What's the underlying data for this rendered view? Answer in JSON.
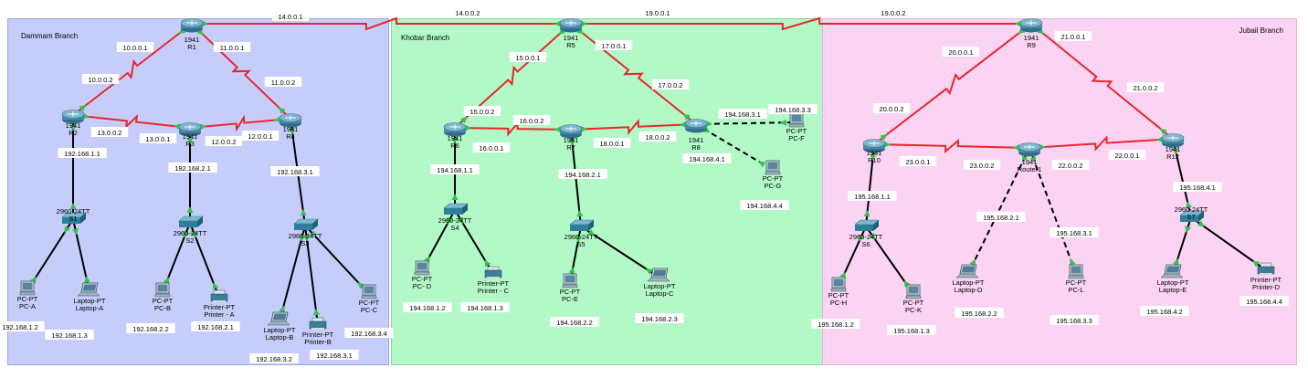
{
  "regions": [
    {
      "id": "dammam",
      "label": "Dammam Branch",
      "color": "#c7cdfb"
    },
    {
      "id": "khobar",
      "label": "Khobar Branch",
      "color": "#b3f9c7"
    },
    {
      "id": "jubail",
      "label": "Jubail Branch",
      "color": "#fbd3f3"
    }
  ],
  "routers": [
    {
      "id": "R1",
      "model": "1941",
      "name": "R1"
    },
    {
      "id": "R2",
      "model": "1941",
      "name": "R2"
    },
    {
      "id": "R3",
      "model": "1941",
      "name": "R3"
    },
    {
      "id": "R4",
      "model": "1941",
      "name": "R4"
    },
    {
      "id": "R5",
      "model": "1941",
      "name": "R5"
    },
    {
      "id": "R6",
      "model": "1941",
      "name": "R6"
    },
    {
      "id": "R7",
      "model": "1941",
      "name": "R7"
    },
    {
      "id": "R8",
      "model": "1941",
      "name": "R8"
    },
    {
      "id": "R9",
      "model": "1941",
      "name": "R9"
    },
    {
      "id": "R10",
      "model": "1941",
      "name": "R10"
    },
    {
      "id": "Router1",
      "model": "1941",
      "name": "Router1"
    },
    {
      "id": "R12",
      "model": "1941",
      "name": "R12"
    }
  ],
  "switches": [
    {
      "id": "S1",
      "model": "2960-24TT",
      "name": "S1"
    },
    {
      "id": "S2",
      "model": "2960-24TT",
      "name": "S2"
    },
    {
      "id": "S3",
      "model": "2960-24TT",
      "name": "S3"
    },
    {
      "id": "S4",
      "model": "2960-24TT",
      "name": "S4"
    },
    {
      "id": "S5",
      "model": "2960-24TT",
      "name": "S5"
    },
    {
      "id": "S6",
      "model": "2960-24TT",
      "name": "S6"
    },
    {
      "id": "S7",
      "model": "2960-24TT",
      "name": "S7"
    }
  ],
  "endpoints": [
    {
      "id": "PC-A",
      "type": "pc",
      "model": "PC-PT",
      "name": "PC-A",
      "ip": "192.168.1.2"
    },
    {
      "id": "Laptop-A",
      "type": "laptop",
      "model": "Laptop-PT",
      "name": "Laptop-A",
      "ip": "192.168.1.3"
    },
    {
      "id": "PC-B",
      "type": "pc",
      "model": "PC-PT",
      "name": "PC-B",
      "ip": "192.168.2.2"
    },
    {
      "id": "Printer-A",
      "type": "printer",
      "model": "Printer-PT",
      "name": "Printer - A",
      "ip": "192.168.2.1"
    },
    {
      "id": "Laptop-B",
      "type": "laptop",
      "model": "Laptop-PT",
      "name": "Laptop-B",
      "ip": "192.168.3.2"
    },
    {
      "id": "Printer-B",
      "type": "printer",
      "model": "Printer-PT",
      "name": "Printer-B",
      "ip": "192.168.3.1"
    },
    {
      "id": "PC-C",
      "type": "pc",
      "model": "PC-PT",
      "name": "PC-C",
      "ip": "192.168.3.4"
    },
    {
      "id": "PC-D",
      "type": "pc",
      "model": "PC-PT",
      "name": "PC- D",
      "ip": "194.168.1.2"
    },
    {
      "id": "Printer-C",
      "type": "printer",
      "model": "Printer-PT",
      "name": "Printer - C",
      "ip": "194.168.1.3"
    },
    {
      "id": "PC-E",
      "type": "pc",
      "model": "PC-PT",
      "name": "PC-E",
      "ip": "194.168.2.2"
    },
    {
      "id": "Laptop-C",
      "type": "laptop",
      "model": "Laptop-PT",
      "name": "Laptop-C",
      "ip": "194.168.2.3"
    },
    {
      "id": "PC-F",
      "type": "pc",
      "model": "PC-PT",
      "name": "PC-F",
      "ip": "194.168.3.3"
    },
    {
      "id": "PC-G",
      "type": "pc",
      "model": "PC-PT",
      "name": "PC-G",
      "ip": "194.168.4.4"
    },
    {
      "id": "PC-H",
      "type": "pc",
      "model": "PC-PT",
      "name": "PC-H",
      "ip": "195.168.1.2"
    },
    {
      "id": "PC-K",
      "type": "pc",
      "model": "PC-PT",
      "name": "PC-K",
      "ip": "195.168.1.3"
    },
    {
      "id": "Laptop-D",
      "type": "laptop",
      "model": "Laptop-PT",
      "name": "Laptop-D",
      "ip": "195.168.2.2"
    },
    {
      "id": "PC-L",
      "type": "pc",
      "model": "PC-PT",
      "name": "PC-L",
      "ip": "195.168.3.3"
    },
    {
      "id": "Laptop-E",
      "type": "laptop",
      "model": "Laptop-PT",
      "name": "Laptop-E",
      "ip": "195.168.4.2"
    },
    {
      "id": "Printer-D",
      "type": "printer",
      "model": "Printer-PT",
      "name": "Printer-D",
      "ip": "195.168.4.4"
    }
  ],
  "serial_links": [
    {
      "a": "R1",
      "b": "R5",
      "ip_a": "14.0.0.1",
      "ip_b": "14.0.0.2"
    },
    {
      "a": "R5",
      "b": "R9",
      "ip_a": "19.0.0.1",
      "ip_b": "19.0.0.2"
    },
    {
      "a": "R1",
      "b": "R2",
      "ip_a": "10.0.0.1",
      "ip_b": "10.0.0.2"
    },
    {
      "a": "R1",
      "b": "R4",
      "ip_a": "11.0.0.1",
      "ip_b": "11.0.0.2"
    },
    {
      "a": "R2",
      "b": "R3",
      "ip_a": "13.0.0.2",
      "ip_b": "13.0.0.1"
    },
    {
      "a": "R3",
      "b": "R4",
      "ip_a": "12.0.0.2",
      "ip_b": "12.0.0.1"
    },
    {
      "a": "R5",
      "b": "R6",
      "ip_a": "15.0.0.1",
      "ip_b": "15.0.0.2"
    },
    {
      "a": "R5",
      "b": "R8",
      "ip_a": "17.0.0.1",
      "ip_b": "17.0.0.2"
    },
    {
      "a": "R6",
      "b": "R7",
      "ip_a": "16.0.0.1",
      "ip_b": "16.0.0.2"
    },
    {
      "a": "R7",
      "b": "R8",
      "ip_a": "18.0.0.1",
      "ip_b": "18.0.0.2"
    },
    {
      "a": "R9",
      "b": "R10",
      "ip_a": "20.0.0.1",
      "ip_b": "20.0.0.2"
    },
    {
      "a": "R9",
      "b": "R12",
      "ip_a": "21.0.0.1",
      "ip_b": "21.0.0.2"
    },
    {
      "a": "R10",
      "b": "Router1",
      "ip_a": "23.0.0.1",
      "ip_b": "23.0.0.2"
    },
    {
      "a": "Router1",
      "b": "R12",
      "ip_a": "22.0.0.2",
      "ip_b": "22.0.0.1"
    }
  ],
  "gateway_links": [
    {
      "a": "R2",
      "b": "S1",
      "ip": "192.168.1.1"
    },
    {
      "a": "R3",
      "b": "S2",
      "ip": "192.168.2.1"
    },
    {
      "a": "R4",
      "b": "S3",
      "ip": "192.168.3.1"
    },
    {
      "a": "R6",
      "b": "S4",
      "ip": "194.168.1.1"
    },
    {
      "a": "R7",
      "b": "S5",
      "ip": "194.168.2.1"
    },
    {
      "a": "R8",
      "b": "PC-F",
      "ip": "194.168.3.1"
    },
    {
      "a": "R8",
      "b": "PC-G",
      "ip": "194.168.4.1"
    },
    {
      "a": "R10",
      "b": "S6",
      "ip": "195.168.1.1"
    },
    {
      "a": "Router1",
      "b": "Laptop-D",
      "ip": "195.168.2.1"
    },
    {
      "a": "Router1",
      "b": "PC-L",
      "ip": "195.168.3.1"
    },
    {
      "a": "R12",
      "b": "S7",
      "ip": "195.168.4.1"
    }
  ],
  "access_links": [
    {
      "a": "S1",
      "b": "PC-A"
    },
    {
      "a": "S1",
      "b": "Laptop-A"
    },
    {
      "a": "S2",
      "b": "PC-B"
    },
    {
      "a": "S2",
      "b": "Printer-A"
    },
    {
      "a": "S3",
      "b": "Laptop-B"
    },
    {
      "a": "S3",
      "b": "Printer-B"
    },
    {
      "a": "S3",
      "b": "PC-C"
    },
    {
      "a": "S4",
      "b": "PC-D"
    },
    {
      "a": "S4",
      "b": "Printer-C"
    },
    {
      "a": "S5",
      "b": "PC-E"
    },
    {
      "a": "S5",
      "b": "Laptop-C"
    },
    {
      "a": "S6",
      "b": "PC-H"
    },
    {
      "a": "S6",
      "b": "PC-K"
    },
    {
      "a": "S7",
      "b": "Laptop-E"
    },
    {
      "a": "S7",
      "b": "Printer-D"
    }
  ],
  "colors": {
    "serial": "#e8262a",
    "ethernet": "#000000",
    "port_up": "#33c24a",
    "router": "#4a8aa8",
    "switch": "#2c7f9a"
  }
}
